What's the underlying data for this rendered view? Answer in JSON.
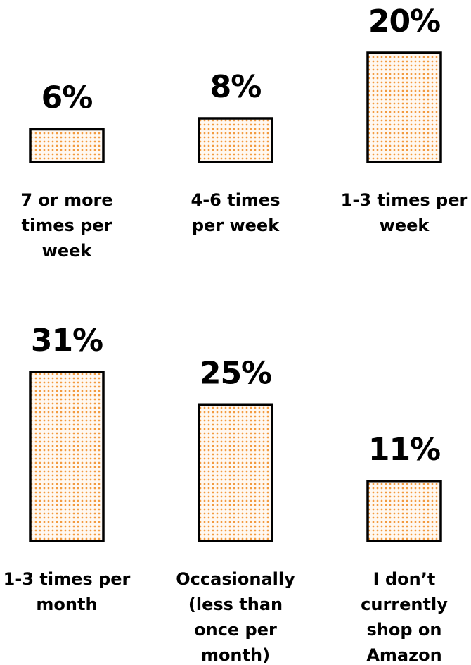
{
  "chart_data": {
    "type": "bar",
    "title": "",
    "xlabel": "",
    "ylabel": "",
    "unit": "%",
    "categories": [
      "7 or more times per week",
      "4-6 times per week",
      "1-3 times per week",
      "1-3 times per month",
      "Occasionally (less than once per month)",
      "I don’t currently shop on Amazon"
    ],
    "category_lines": [
      [
        "7 or more",
        "times per",
        "week"
      ],
      [
        "4-6 times",
        "per week"
      ],
      [
        "1-3 times per",
        "week"
      ],
      [
        "1-3 times per",
        "month"
      ],
      [
        "Occasionally",
        "(less than",
        "once per",
        "month)"
      ],
      [
        "I don’t",
        "currently",
        "shop on",
        "Amazon"
      ]
    ],
    "values": [
      6,
      8,
      20,
      31,
      25,
      11
    ],
    "value_labels": [
      "6%",
      "8%",
      "20%",
      "31%",
      "25%",
      "11%"
    ],
    "layout": "two rows of three bars",
    "grid": false,
    "legend": "none",
    "colors": {
      "bar_fill": "#fff8f1",
      "bar_dots": "#f39a3e",
      "bar_stroke": "#000000",
      "text": "#000000"
    }
  }
}
